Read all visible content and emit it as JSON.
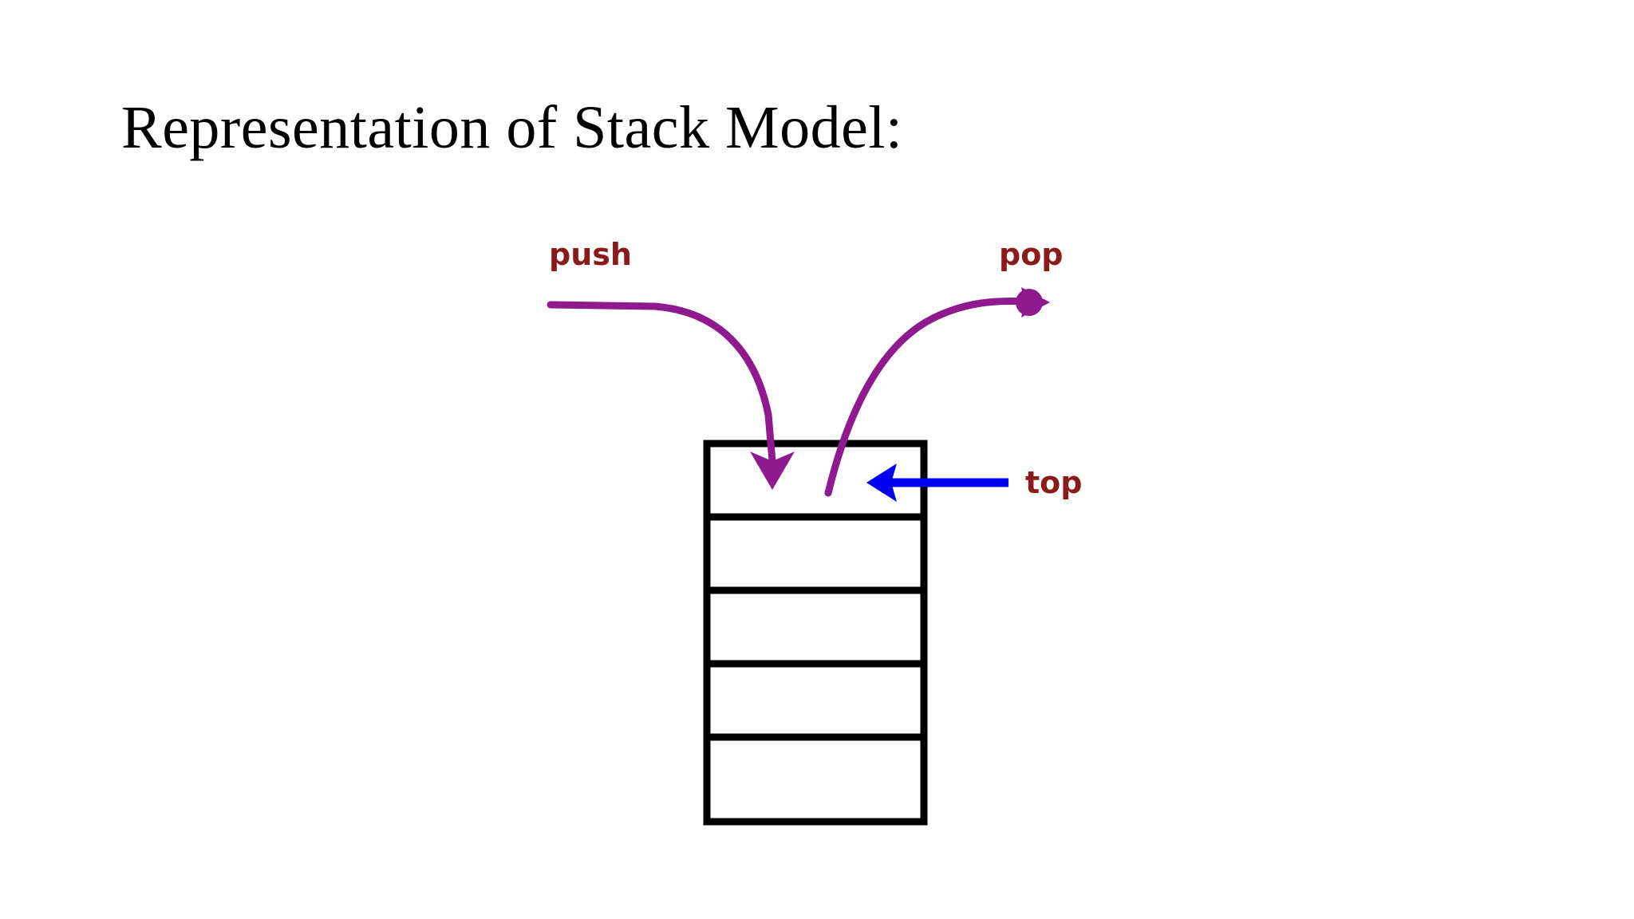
{
  "slide": {
    "title": "Representation of Stack Model:",
    "background_color": "#FFFFFF"
  },
  "diagram": {
    "name": "stack-model-diagram",
    "colors": {
      "label_red": "#8B1A1A",
      "flow_purple": "#8E1A8E",
      "pointer_blue": "#0000EE",
      "box_outline": "#000000",
      "cell_fill": "#FFFFFF"
    },
    "labels": {
      "push": "push",
      "pop": "pop",
      "top": "top"
    },
    "stack": {
      "cell_count": 5,
      "cells": [
        "",
        "",
        "",
        "",
        ""
      ],
      "top_cell_index": 0
    },
    "arrows": [
      {
        "name": "push-arrow",
        "label": "push",
        "color": "#8E1A8E",
        "direction": "into-top-cell",
        "style": "curved"
      },
      {
        "name": "pop-arrow",
        "label": "pop",
        "color": "#8E1A8E",
        "direction": "out-of-top-cell",
        "style": "curved"
      },
      {
        "name": "top-pointer-arrow",
        "label": "top",
        "color": "#0000EE",
        "direction": "left",
        "style": "straight"
      }
    ]
  }
}
